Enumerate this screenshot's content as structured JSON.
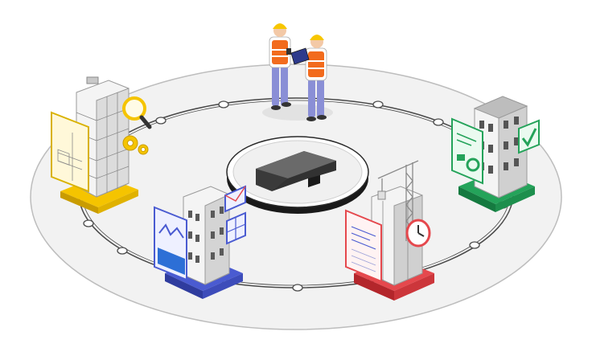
{
  "colors": {
    "platform_fill": "#f2f2f2",
    "platform_stroke": "#bdbdbd",
    "ring_stroke": "#4a4a4a",
    "building_light": "#f4f4f4",
    "building_mid": "#cfcfcf",
    "building_dark": "#9a9a9a",
    "window_dark": "#555555",
    "accent_yellow": "#f5c400",
    "accent_blue": "#4a5bd1",
    "accent_red": "#e5484d",
    "accent_green": "#24a35a",
    "vest_orange": "#f26b1d",
    "helmet_yellow": "#f7c600",
    "pants_purple": "#8a8fd6"
  },
  "stations": [
    {
      "name": "design-station",
      "accent": "#f5c400",
      "icon": "magnifier-gears-icon"
    },
    {
      "name": "analytics-station",
      "accent": "#4a5bd1",
      "icon": "chart-mail-icon"
    },
    {
      "name": "schedule-station",
      "accent": "#e5484d",
      "icon": "clock-document-icon"
    },
    {
      "name": "approval-station",
      "accent": "#24a35a",
      "icon": "checkmark-report-icon"
    }
  ],
  "center": {
    "icon": "brand-logo-icon"
  },
  "workers": [
    {
      "name": "worker-with-phone"
    },
    {
      "name": "worker-with-tablet"
    }
  ]
}
